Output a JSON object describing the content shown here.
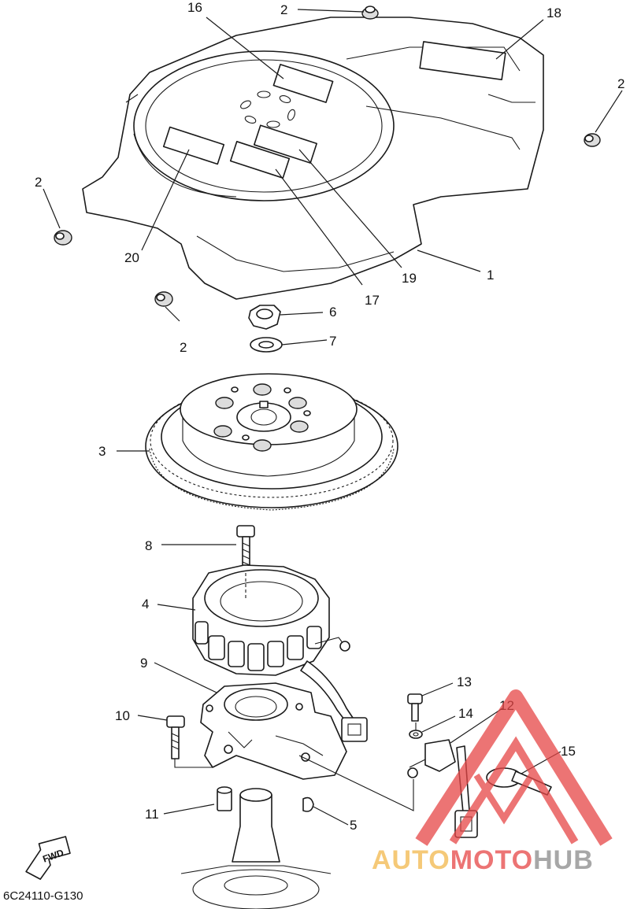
{
  "diagram_code": "6C24110-G130",
  "fwd_label": "FWD",
  "watermark": {
    "brand_part1": "AUTO",
    "brand_part2": "MOTO",
    "brand_part3": "HUB",
    "colors": {
      "auto": "#f2b84b",
      "moto": "#e64646",
      "hub": "#8a8a8a",
      "triangle": "#e64646"
    }
  },
  "callouts": [
    "16",
    "2",
    "18",
    "2",
    "2",
    "20",
    "2",
    "17",
    "19",
    "1",
    "6",
    "7",
    "3",
    "8",
    "4",
    "9",
    "10",
    "13",
    "14",
    "12",
    "15",
    "11",
    "5"
  ]
}
